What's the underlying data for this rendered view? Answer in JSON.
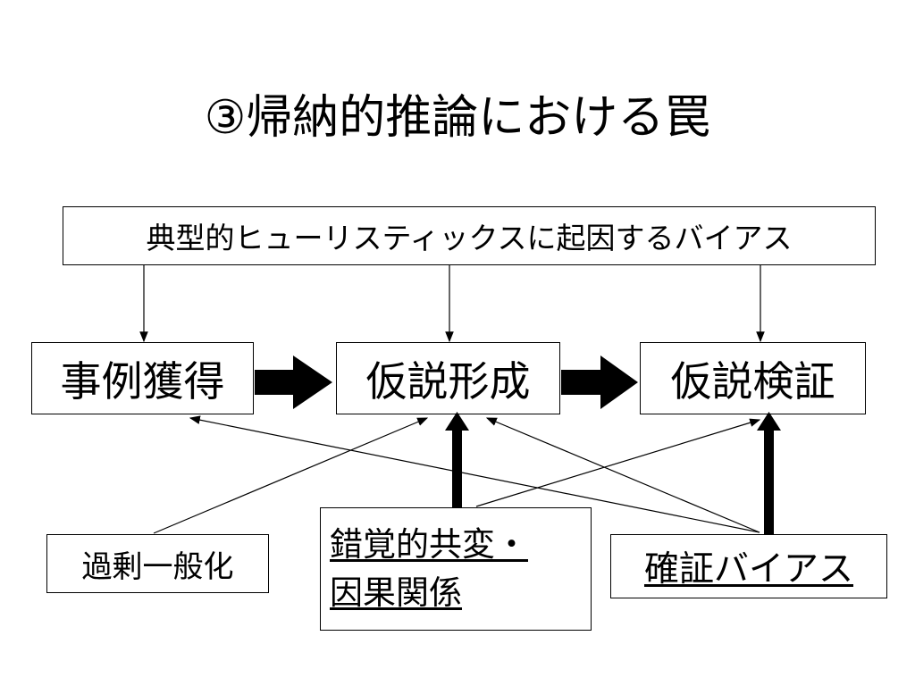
{
  "title": "③帰納的推論における罠",
  "bias_top": "典型的ヒューリスティックスに起因するバイアス",
  "stages": [
    "事例獲得",
    "仮説形成",
    "仮説検証"
  ],
  "traps": {
    "overgeneralization": "過剰一般化",
    "illusory_line1": "錯覚的共変・",
    "illusory_line2": "因果関係",
    "confirmation_bias": "確証バイアス"
  }
}
